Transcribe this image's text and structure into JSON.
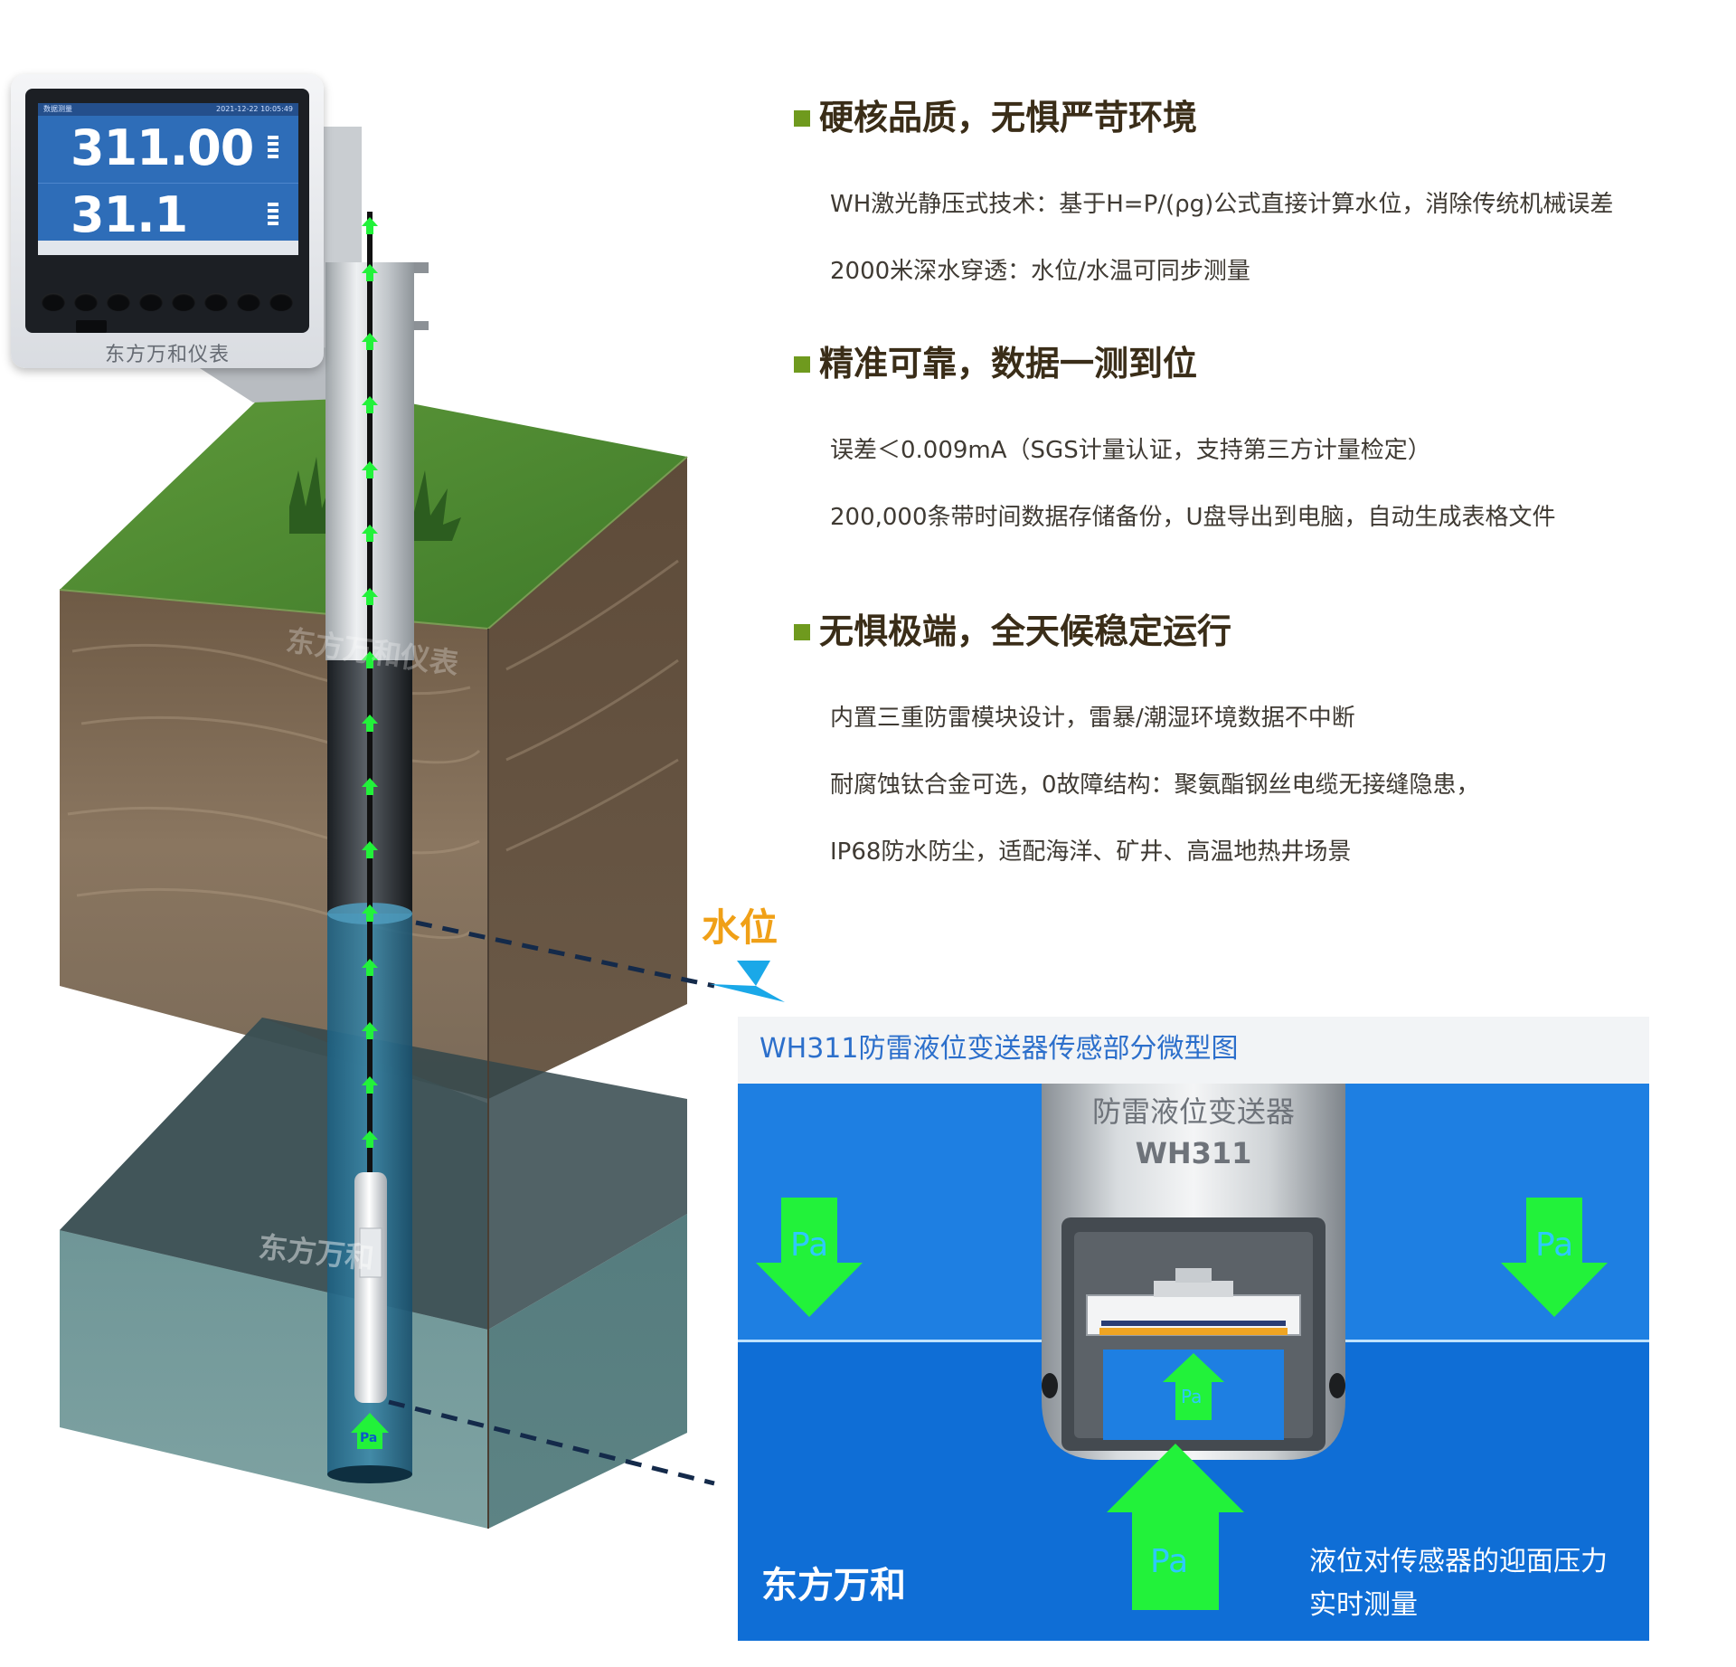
{
  "monitor": {
    "status_bar_left": "数据测量",
    "status_bar_right": "2021-12-22 10:05:49",
    "value_1": "311.00",
    "value_2": "31.1",
    "brand": "东方万和仪表"
  },
  "features": [
    {
      "title": "硬核品质，无惧严苛环境",
      "lines": [
        "WH激光静压式技术：基于H=P/(ρg)公式直接计算水位，消除传统机械误差",
        "2000米深水穿透：水位/水温可同步测量"
      ]
    },
    {
      "title": "精准可靠，数据一测到位",
      "lines": [
        "误差＜0.009mA（SGS计量认证，支持第三方计量检定）",
        "200,000条带时间数据存储备份，U盘导出到电脑，自动生成表格文件"
      ]
    },
    {
      "title": "无惧极端，全天候稳定运行",
      "lines": [
        "内置三重防雷模块设计，雷暴/潮湿环境数据不中断",
        "耐腐蚀钛合金可选，0故障结构：聚氨酯钢丝电缆无接缝隐患，",
        "IP68防水防尘，适配海洋、矿井、高温地热井场景"
      ]
    }
  ],
  "water_level_label": "水位",
  "illustration": {
    "watermark_1": "东方万和仪表",
    "watermark_2": "东方万和",
    "pa_label": "Pa"
  },
  "panel": {
    "title": "WH311防雷液位变送器传感部分微型图",
    "sensor_name": "防雷液位变送器",
    "sensor_model": "WH311",
    "pa_label": "Pa",
    "brand": "东方万和",
    "note_line_1": "液位对传感器的迎面压力",
    "note_line_2": "实时测量"
  },
  "colors": {
    "bullet": "#6f9a1e",
    "title": "#3a2d18",
    "accent_orange": "#f0a017",
    "panel_blue": "#1e7fe2",
    "arrow_green": "#22f23a"
  }
}
